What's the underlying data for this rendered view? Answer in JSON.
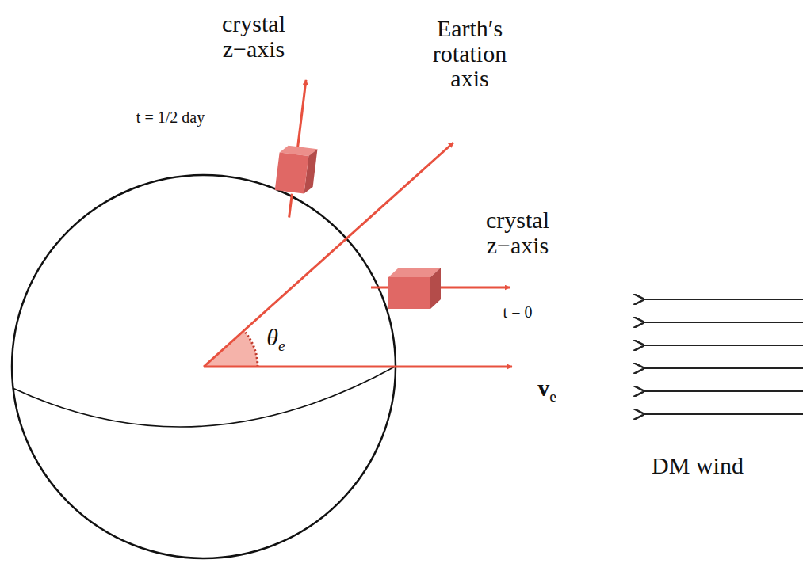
{
  "diagram": {
    "labels": [
      "crystal z−axis",
      "t = 1/2 day",
      "Earth′s rotation axis",
      "crystal z−axis",
      "t = 0",
      "θe",
      "ve",
      "DM wind"
    ]
  }
}
